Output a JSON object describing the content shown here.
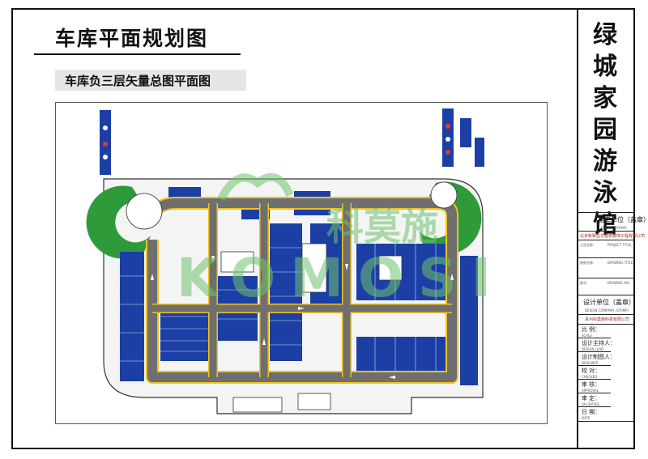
{
  "page": {
    "title": "车库平面规划图",
    "subtitle": "车库负三层矢量总图平面图"
  },
  "title_block": {
    "project_name": "绿城家园游泳馆",
    "client_label": "施工单位（盖章）",
    "client_sub": "CLIENT (STAMP)",
    "client_company": "北京新致岳华建筑装饰工程有限公司",
    "project_title_label": "工程名称：",
    "project_title_en": "PROJECT TITLE",
    "drawing_title_label": "图纸名称：",
    "drawing_title_en": "DRAWING TITLE",
    "drawing_no_label": "图号：",
    "drawing_no_en": "DRAWING NO.",
    "design_label": "设计单位（盖章）",
    "design_sub": "DESIGN COMPANY (STAMP)",
    "design_company": "贵州科莫施科技有限公司",
    "rows": [
      {
        "label": "比    例：",
        "en": "SCALE"
      },
      {
        "label": "设计主持人：",
        "en": "DESIGN LEAD"
      },
      {
        "label": "设计制图人：",
        "en": "DESIGNER"
      },
      {
        "label": "校    对：",
        "en": "CHECKED"
      },
      {
        "label": "审    核：",
        "en": "APPROVAL"
      },
      {
        "label": "审    定：",
        "en": "VALIDATED"
      },
      {
        "label": "日    期：",
        "en": "DATE"
      }
    ]
  },
  "watermark": {
    "brand": "科莫施",
    "latin": "KOMOSI"
  },
  "colors": {
    "parking_blue": "#1c3fa6",
    "lane_grey": "#6f6f6f",
    "lane_edge_yellow": "#f2c21a",
    "ramp_green": "#2e9a3a",
    "watermark_green": "#6ec26e"
  }
}
